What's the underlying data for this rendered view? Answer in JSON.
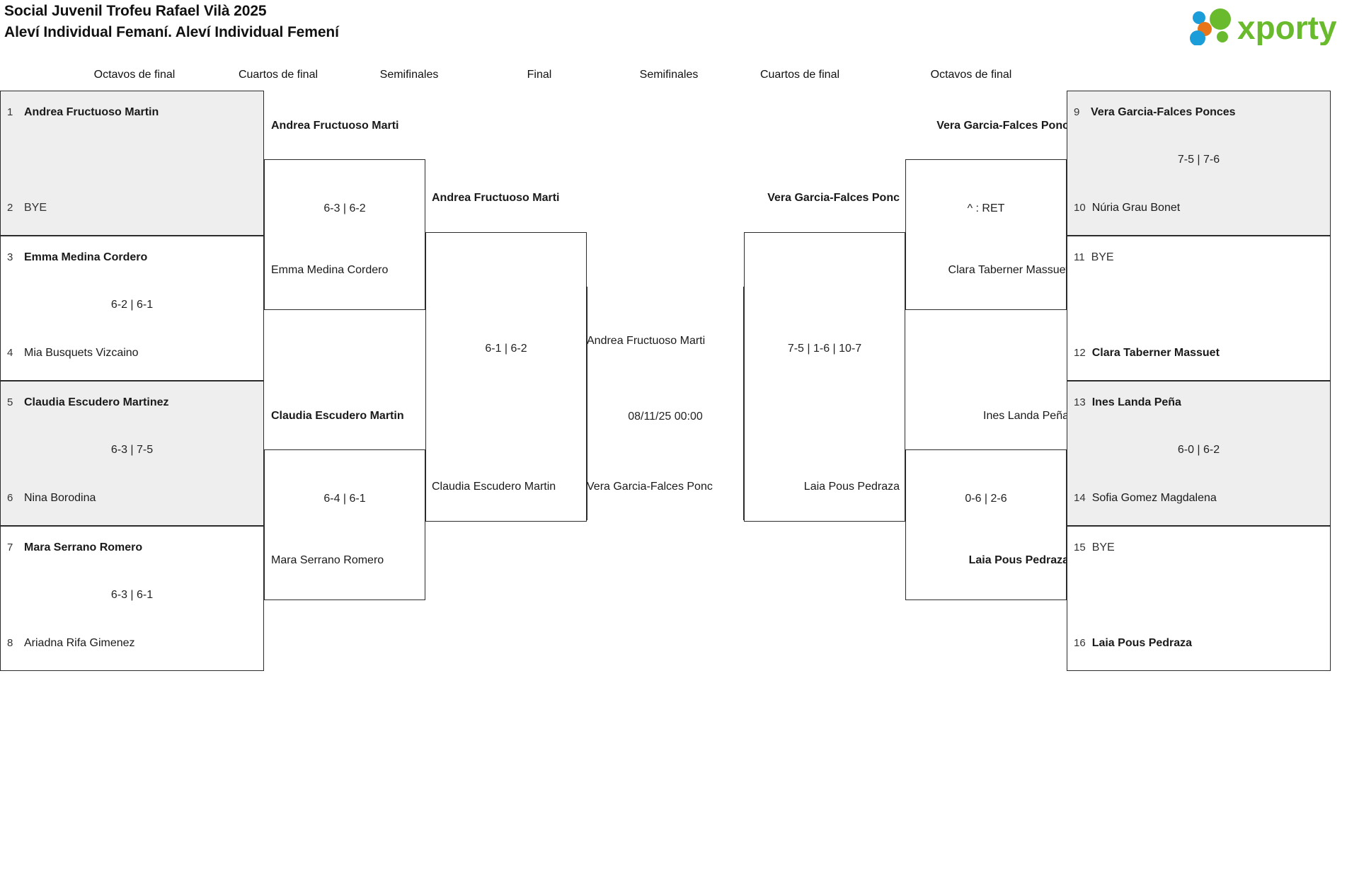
{
  "header": {
    "title_line1": "Social Juvenil Trofeu Rafael Vilà 2025",
    "title_line2": "Aleví Individual Femaní. Aleví Individual Femení",
    "logo_text": "xporty",
    "logo_colors": {
      "green": "#6aba2e",
      "orange": "#e8751a",
      "blue": "#1b9dd9"
    }
  },
  "rounds": {
    "left_r16": "Octavos de final",
    "left_qf": "Cuartos de final",
    "left_sf": "Semifinales",
    "final": "Final",
    "right_sf": "Semifinales",
    "right_qf": "Cuartos de final",
    "right_r16": "Octavos de final"
  },
  "left_r16": [
    {
      "seed": "1",
      "name": "Andrea Fructuoso Martin",
      "state": "win",
      "score": "",
      "shaded": true
    },
    {
      "seed": "2",
      "name": "BYE",
      "state": "bye",
      "score": "",
      "shaded": true
    },
    {
      "seed": "3",
      "name": "Emma Medina Cordero",
      "state": "win",
      "score": "6-2 | 6-1",
      "shaded": false
    },
    {
      "seed": "4",
      "name": "Mia Busquets Vizcaino",
      "state": "lose",
      "score": "",
      "shaded": false
    },
    {
      "seed": "5",
      "name": "Claudia Escudero Martinez",
      "state": "win",
      "score": "6-3 | 7-5",
      "shaded": true
    },
    {
      "seed": "6",
      "name": "Nina Borodina",
      "state": "lose",
      "score": "",
      "shaded": true
    },
    {
      "seed": "7",
      "name": "Mara Serrano Romero",
      "state": "win",
      "score": "6-3 | 6-1",
      "shaded": false
    },
    {
      "seed": "8",
      "name": "Ariadna Rifa Gimenez",
      "state": "lose",
      "score": "",
      "shaded": false
    }
  ],
  "right_r16": [
    {
      "seed": "9",
      "name": "Vera Garcia-Falces Ponces",
      "state": "win",
      "score": "7-5 | 7-6",
      "shaded": true
    },
    {
      "seed": "10",
      "name": "Núria Grau Bonet",
      "state": "lose",
      "score": "",
      "shaded": true
    },
    {
      "seed": "11",
      "name": "BYE",
      "state": "bye",
      "score": "",
      "shaded": false
    },
    {
      "seed": "12",
      "name": "Clara Taberner Massuet",
      "state": "win",
      "score": "",
      "shaded": false
    },
    {
      "seed": "13",
      "name": "Ines Landa Peña",
      "state": "win",
      "score": "6-0 | 6-2",
      "shaded": true
    },
    {
      "seed": "14",
      "name": "Sofia Gomez Magdalena",
      "state": "lose",
      "score": "",
      "shaded": true
    },
    {
      "seed": "15",
      "name": "BYE",
      "state": "bye",
      "score": "",
      "shaded": false
    },
    {
      "seed": "16",
      "name": "Laia Pous Pedraza",
      "state": "win",
      "score": "",
      "shaded": false
    }
  ],
  "left_qf": [
    {
      "top": "Andrea Fructuoso Marti",
      "top_state": "win",
      "bottom": "Emma Medina Cordero",
      "bottom_state": "lose",
      "score": "6-3 | 6-2"
    },
    {
      "top": "Claudia Escudero Martin",
      "top_state": "win",
      "bottom": "Mara Serrano Romero",
      "bottom_state": "lose",
      "score": "6-4 | 6-1"
    }
  ],
  "right_qf": [
    {
      "top": "Vera Garcia-Falces Ponc",
      "top_state": "win",
      "bottom": "Clara Taberner Massuet",
      "bottom_state": "lose",
      "score": "^ : RET"
    },
    {
      "top": "Ines Landa Peña",
      "top_state": "lose",
      "bottom": "Laia Pous Pedraza",
      "bottom_state": "win",
      "score": "0-6 | 2-6"
    }
  ],
  "left_sf": {
    "top": "Andrea Fructuoso Marti",
    "top_state": "win",
    "bottom": "Claudia Escudero Martin",
    "bottom_state": "lose",
    "score": "6-1 | 6-2"
  },
  "right_sf": {
    "top": "Vera Garcia-Falces Ponc",
    "top_state": "win",
    "bottom": "Laia Pous Pedraza",
    "bottom_state": "lose",
    "score": "7-5 | 1-6 | 10-7"
  },
  "final": {
    "top": "Andrea Fructuoso Marti",
    "top_state": "lose",
    "bottom": "Vera Garcia-Falces Ponc",
    "bottom_state": "lose",
    "datetime": "08/11/25 00:00"
  }
}
